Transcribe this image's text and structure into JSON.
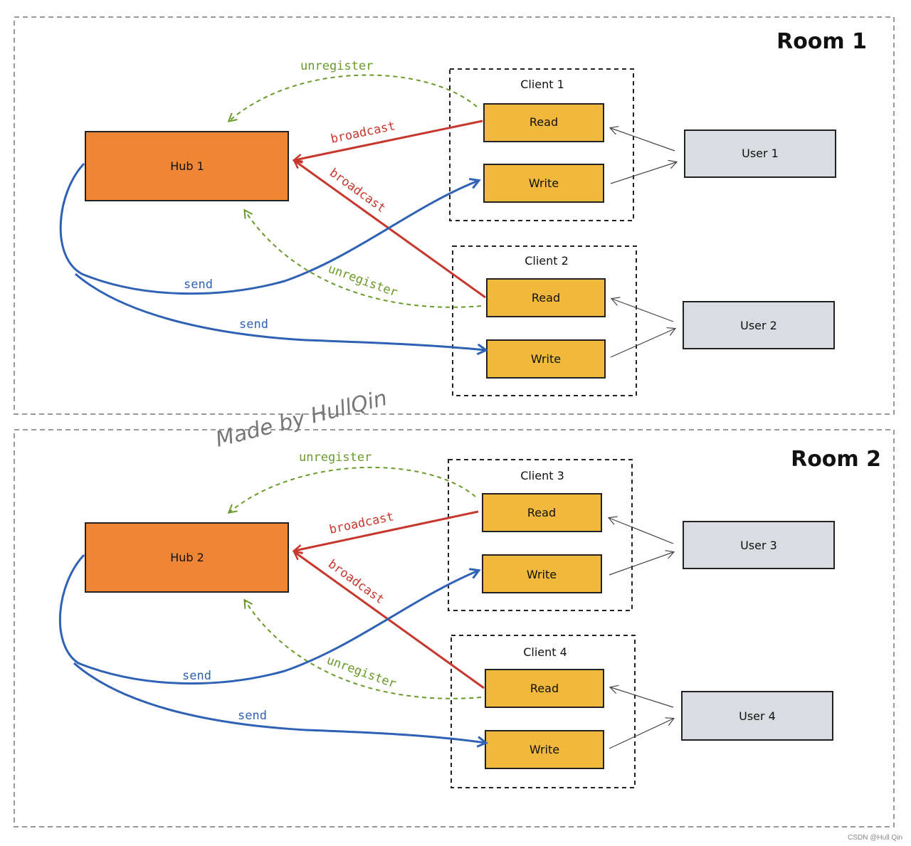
{
  "watermark": "Made by HullQin",
  "credit": "CSDN @Hull Qin",
  "colors": {
    "hub": "#ef8636",
    "endpoint": "#f0b83c",
    "user": "#d9dce0",
    "broadcast": "#c8372d",
    "unregister": "#6a9a2a",
    "send": "#2f62b5"
  },
  "rooms": [
    {
      "title": "Room 1",
      "hub": "Hub 1",
      "clients": [
        {
          "name": "Client 1",
          "read": "Read",
          "write": "Write",
          "user": "User 1"
        },
        {
          "name": "Client 2",
          "read": "Read",
          "write": "Write",
          "user": "User 2"
        }
      ],
      "edges": {
        "unregister_top": "unregister",
        "unregister_bottom": "unregister",
        "broadcast_top": "broadcast",
        "broadcast_bottom": "broadcast",
        "send_top": "send",
        "send_bottom": "send"
      }
    },
    {
      "title": "Room 2",
      "hub": "Hub 2",
      "clients": [
        {
          "name": "Client 3",
          "read": "Read",
          "write": "Write",
          "user": "User 3"
        },
        {
          "name": "Client 4",
          "read": "Read",
          "write": "Write",
          "user": "User 4"
        }
      ],
      "edges": {
        "unregister_top": "unregister",
        "unregister_bottom": "unregister",
        "broadcast_top": "broadcast",
        "broadcast_bottom": "broadcast",
        "send_top": "send",
        "send_bottom": "send"
      }
    }
  ]
}
